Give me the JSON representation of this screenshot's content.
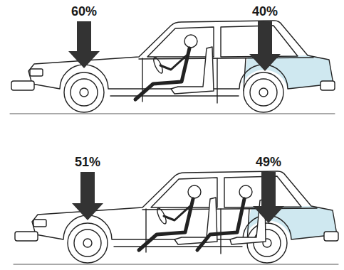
{
  "diagram": {
    "labels": [
      "60%",
      "40%",
      "51%",
      "49%"
    ]
  }
}
